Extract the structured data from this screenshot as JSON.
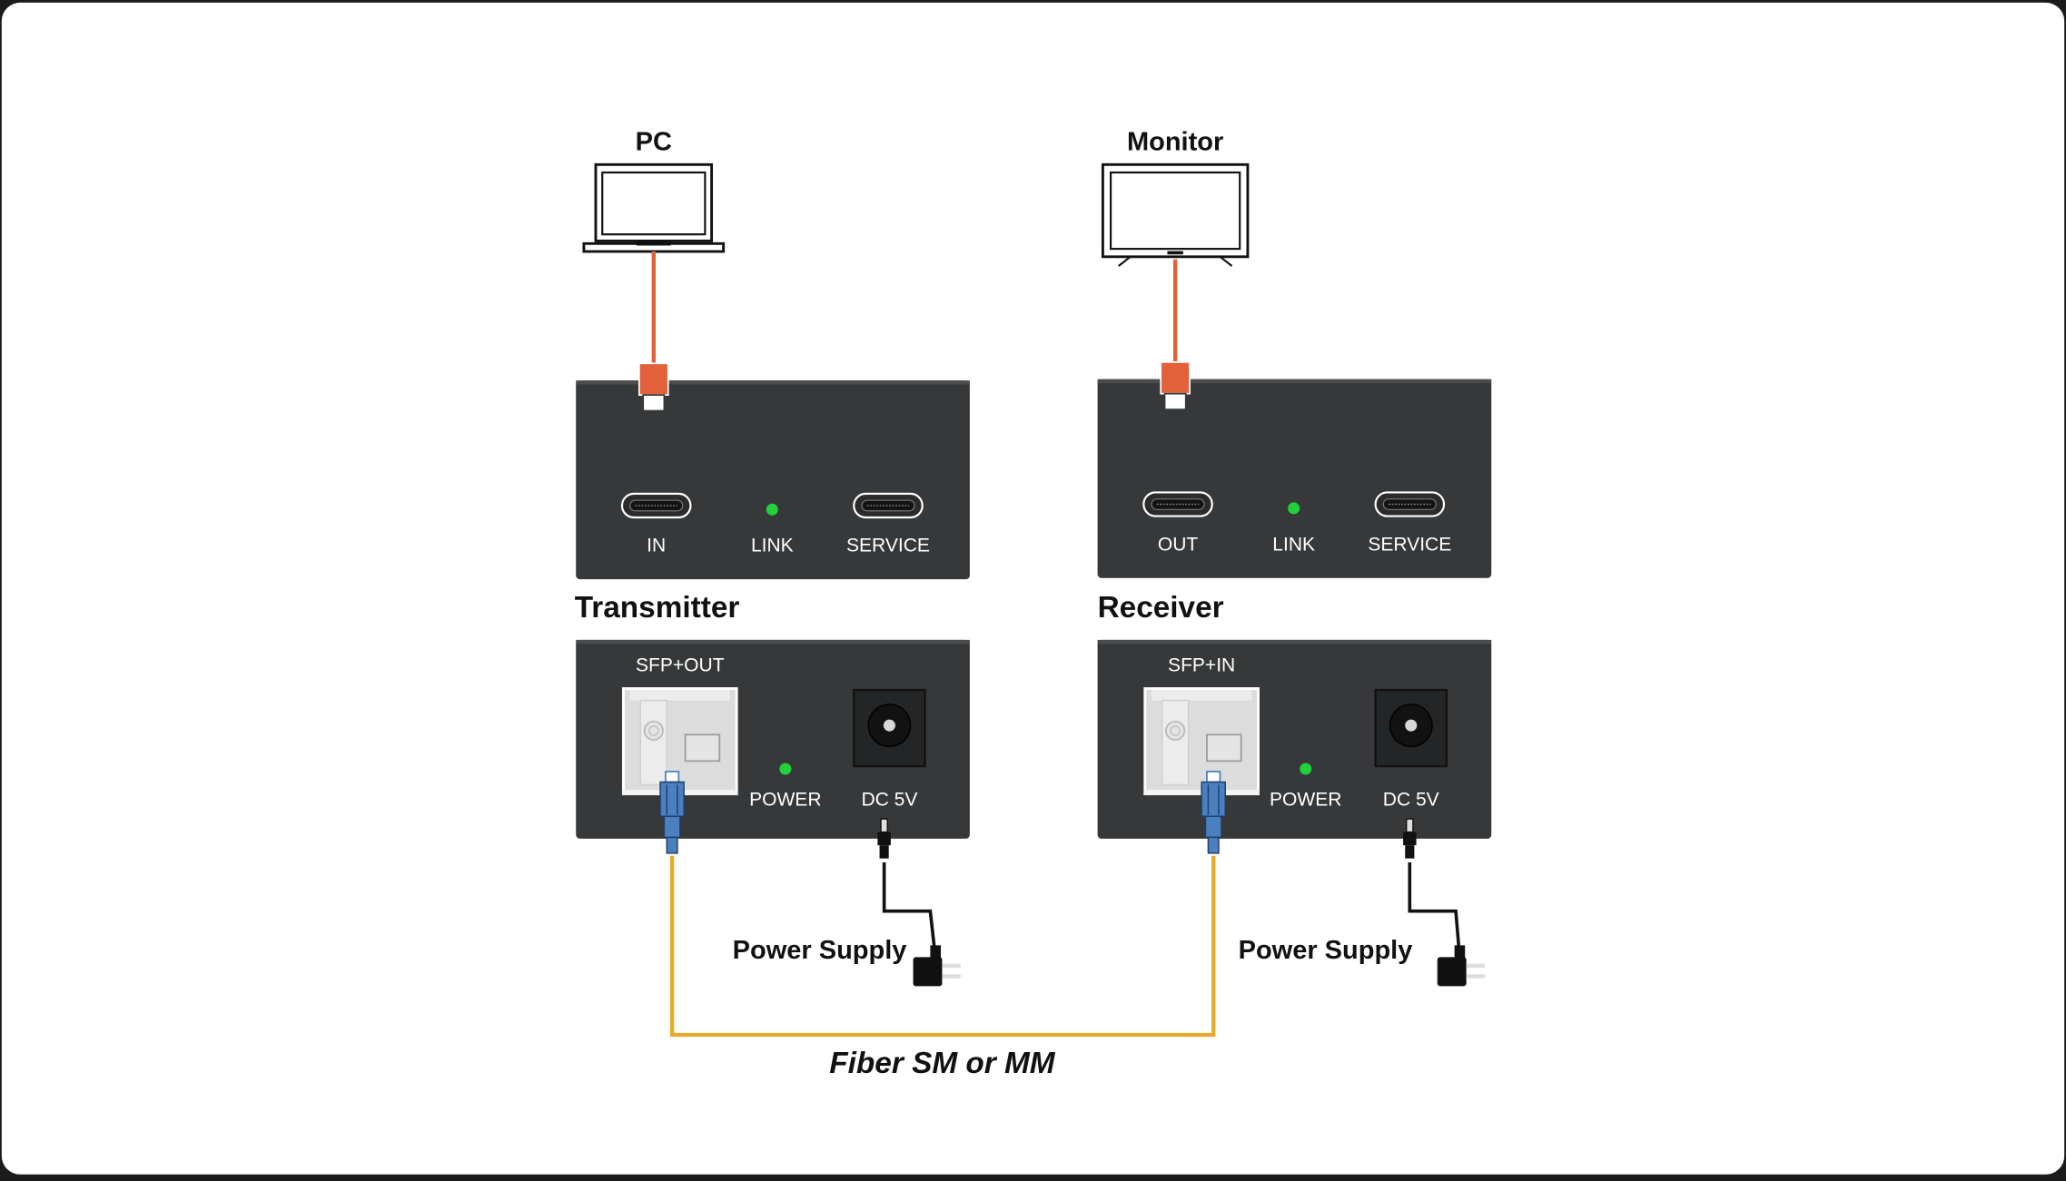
{
  "devices": {
    "pc_label": "PC",
    "monitor_label": "Monitor"
  },
  "transmitter": {
    "title": "Transmitter",
    "front_ports": {
      "in": "IN",
      "link": "LINK",
      "service": "SERVICE"
    },
    "rear_ports": {
      "sfp": "SFP+OUT",
      "power": "POWER",
      "dc": "DC 5V"
    },
    "power_supply_label": "Power Supply"
  },
  "receiver": {
    "title": "Receiver",
    "front_ports": {
      "out": "OUT",
      "link": "LINK",
      "service": "SERVICE"
    },
    "rear_ports": {
      "sfp": "SFP+IN",
      "power": "POWER",
      "dc": "DC 5V"
    },
    "power_supply_label": "Power Supply"
  },
  "fiber_label": "Fiber SM or MM",
  "colors": {
    "page_frame": "#1b1b1b",
    "canvas": "#ffffff",
    "device_body": "#36383a",
    "hdmi_cable": "#e2603a",
    "fiber_cable": "#e6aa2a",
    "fiber_connector": "#4a7fc0",
    "led": "#22d13a",
    "power_cable": "#111111"
  },
  "icons": [
    "laptop-icon",
    "monitor-icon",
    "usb-c-port-icon",
    "sfp-module-icon",
    "dc-jack-icon",
    "power-adapter-icon"
  ]
}
